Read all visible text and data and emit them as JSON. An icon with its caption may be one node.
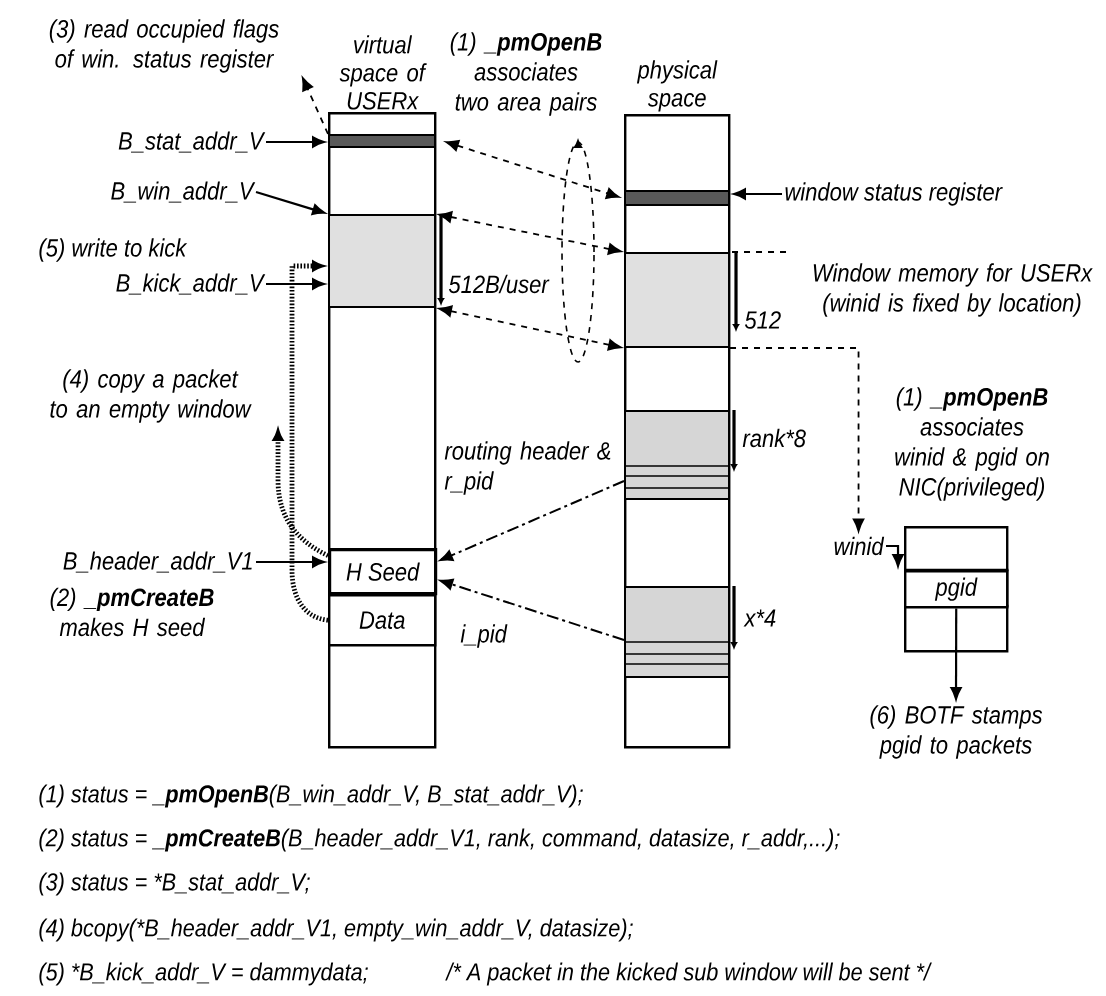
{
  "diagram": {
    "nodes": [
      {
        "text": [
          "(3) read occupied flags of win. status register"
        ]
      },
      {
        "text": [
          "virtual space of USERx"
        ]
      },
      {
        "text": [
          "(1) **_pmOpenB** associates two area pairs"
        ]
      },
      {
        "text": [
          "physical space"
        ]
      },
      {
        "text": [],
        "shape": "bar",
        "in": 1
      },
      {
        "text": [],
        "shape": "box",
        "in": 1,
        "beside": [
          "512B/user"
        ]
      },
      {
        "text": [
          "H Seed"
        ],
        "in": 1
      },
      {
        "text": [
          "Data"
        ],
        "in": 1
      },
      {
        "text": [],
        "shape": "bar",
        "in": 3
      },
      {
        "text": [],
        "shape": "box",
        "in": 3,
        "beside": [
          "512"
        ]
      },
      {
        "text": [],
        "shape": "box",
        "in": 3,
        "beside": [
          "rank*8"
        ]
      },
      {
        "text": [],
        "shape": "box",
        "in": 3,
        "beside": [
          "x*4"
        ]
      },
      {
        "text": [
          "B_stat_addr_V"
        ]
      },
      {
        "text": [
          "B_win_addr_V"
        ]
      },
      {
        "text": [
          "B_kick_addr_V"
        ]
      },
      {
        "text": [
          "B_header_addr_V1"
        ]
      },
      {
        "text": [
          "window status register"
        ]
      },
      {
        "text": [
          "winid"
        ]
      },
      {
        "text": [],
        "shape": "box"
      },
      {
        "text": [
          "pgid"
        ],
        "in": 18
      },
      {
        "text": [
          "(6) BOTF stamps pgid to packets"
        ]
      },
      {
        "text": [
          "(4) copy a packet to an empty window"
        ]
      }
    ],
    "edges": [
      {
        "from": 4,
        "to": 0,
        "arrow": "to",
        "style": "dashed"
      },
      {
        "from": 12,
        "to": 4,
        "arrow": "to"
      },
      {
        "from": 13,
        "to": 5,
        "arrow": "to"
      },
      {
        "from": 14,
        "to": 5,
        "arrow": "to"
      },
      {
        "from": 15,
        "to": 6,
        "arrow": "to"
      },
      {
        "from": 4,
        "to": 8,
        "arrow": "both",
        "style": "dashed"
      },
      {
        "from": 5,
        "to": 9,
        "arrow": "both",
        "style": "dashed"
      },
      {
        "from": 5,
        "to": 9,
        "arrow": "both",
        "style": "dashed"
      },
      {
        "from": 16,
        "to": 8,
        "arrow": "to"
      },
      {
        "from": 9,
        "to": 17,
        "arrow": "to",
        "style": "dashed"
      },
      {
        "from": 10,
        "to": 6,
        "arrow": "to",
        "style": "dashed",
        "label": "routing header & r_pid"
      },
      {
        "from": 11,
        "to": 6,
        "arrow": "to",
        "style": "dashed",
        "label": "i_pid"
      },
      {
        "from": 6,
        "to": 21,
        "arrow": "to",
        "style": "dashed"
      },
      {
        "from": 7,
        "to": 5,
        "arrow": "to",
        "style": "dashed"
      },
      {
        "from": 17,
        "to": 19,
        "arrow": "to"
      },
      {
        "from": 19,
        "to": 20,
        "arrow": "to"
      }
    ],
    "labels": [
      "(5) write to kick",
      "Window memory for USERx (winid is fixed by location)",
      "(1) **_pmOpenB** associates winid & pgid on NIC(privileged)",
      "(2) **_pmCreateB** makes H seed",
      "(1) status = **_pmOpenB**(B_win_addr_V, B_stat_addr_V);",
      "(2) status = **_pmCreateB**(B_header_addr_V1, rank, command, datasize, r_addr,...);",
      "(3) status = *B_stat_addr_V;",
      "(4) bcopy(*B_header_addr_V1, empty_win_addr_V, datasize);",
      "(5) *B_kick_addr_V = dammydata;",
      "/* A packet in the kicked sub window will be sent */"
    ]
  }
}
